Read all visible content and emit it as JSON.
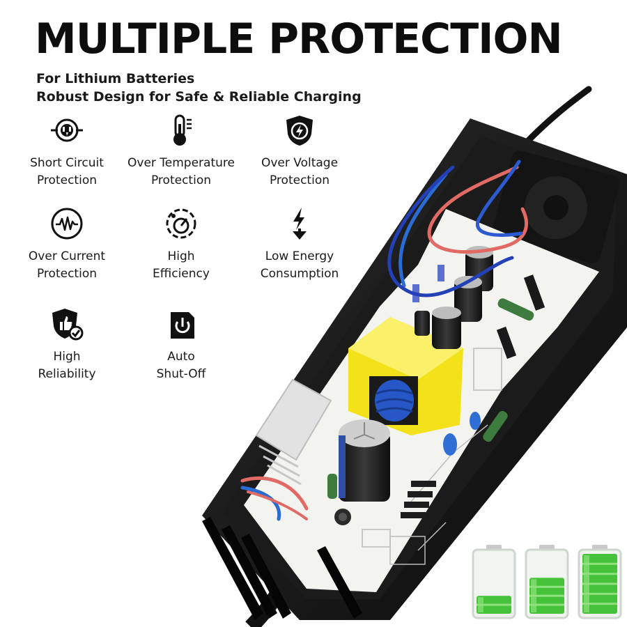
{
  "headline": "MULTIPLE PROTECTION",
  "subtitle_1": "For Lithium Batteries",
  "subtitle_2": "Robust Design for Safe & Reliable Charging",
  "features": [
    {
      "label": "Short Circuit\nProtection",
      "icon": "short-circuit-plug-icon"
    },
    {
      "label": "Over Temperature\nProtection",
      "icon": "thermometer-icon"
    },
    {
      "label": "Over Voltage\nProtection",
      "icon": "shield-bolt-icon"
    },
    {
      "label": "Over Current\nProtection",
      "icon": "current-wave-icon"
    },
    {
      "label": "High\nEfficiency",
      "icon": "efficiency-gauge-icon"
    },
    {
      "label": "Low Energy\nConsumption",
      "icon": "down-bolt-icon"
    },
    {
      "label": "High\nReliability",
      "icon": "shield-thumbs-up-icon"
    },
    {
      "label": "Auto\nShut-Off",
      "icon": "power-button-icon"
    }
  ],
  "battery_levels": [
    0.3,
    0.6,
    1.0
  ],
  "colors": {
    "battery_green": "#45c23a",
    "battery_green_light": "#8fe27d",
    "capacitor_blue": "#2757c6",
    "transformer_yellow": "#f3e21a",
    "pcb_white": "#f3f3f0",
    "case_black": "#121212"
  }
}
